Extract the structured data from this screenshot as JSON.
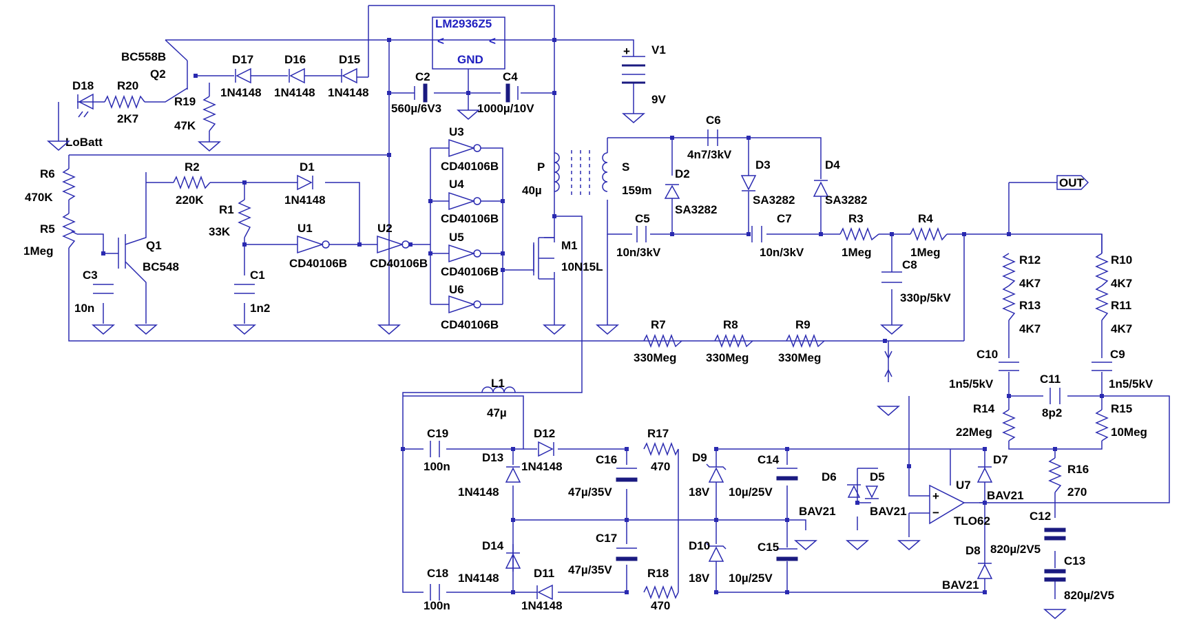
{
  "components": {
    "lm2936": {
      "name": "LM2936Z5",
      "pin_in": "<",
      "pin_out": "<",
      "gnd": "GND"
    },
    "v1": {
      "name": "V1",
      "value": "9V",
      "plus": "+"
    },
    "q2": {
      "model": "BC558B",
      "name": "Q2"
    },
    "d17": {
      "name": "D17",
      "value": "1N4148"
    },
    "d16": {
      "name": "D16",
      "value": "1N4148"
    },
    "d15": {
      "name": "D15",
      "value": "1N4148"
    },
    "d18": {
      "name": "D18",
      "net": "LoBatt"
    },
    "r20": {
      "name": "R20",
      "value": "2K7"
    },
    "r19": {
      "name": "R19",
      "value": "47K"
    },
    "c2": {
      "name": "C2",
      "value": "560µ/6V3"
    },
    "c4": {
      "name": "C4",
      "value": "1000µ/10V"
    },
    "u3": {
      "name": "U3",
      "value": "CD40106B"
    },
    "u4": {
      "name": "U4",
      "value": "CD40106B"
    },
    "u5": {
      "name": "U5",
      "value": "CD40106B"
    },
    "u6": {
      "name": "U6",
      "value": "CD40106B"
    },
    "u1": {
      "name": "U1",
      "value": "CD40106B"
    },
    "u2": {
      "name": "U2",
      "value": "CD40106B"
    },
    "r6": {
      "name": "R6",
      "value": "470K"
    },
    "r5": {
      "name": "R5",
      "value": "1Meg"
    },
    "r2": {
      "name": "R2",
      "value": "220K"
    },
    "d1": {
      "name": "D1",
      "value": "1N4148"
    },
    "r1": {
      "name": "R1",
      "value": "33K"
    },
    "c1": {
      "name": "C1",
      "value": "1n2"
    },
    "c3": {
      "name": "C3",
      "value": "10n"
    },
    "q1": {
      "name": "Q1",
      "value": "BC548"
    },
    "transformer": {
      "primary": "P",
      "primary_value": "40µ",
      "secondary": "S",
      "secondary_value": "159m"
    },
    "m1": {
      "name": "M1",
      "value": "10N15L"
    },
    "c6": {
      "name": "C6",
      "value": "4n7/3kV"
    },
    "d2": {
      "name": "D2",
      "value": "SA3282"
    },
    "d3": {
      "name": "D3",
      "value": "SA3282"
    },
    "d4": {
      "name": "D4",
      "value": "SA3282"
    },
    "c5": {
      "name": "C5",
      "value": "10n/3kV"
    },
    "c7": {
      "name": "C7",
      "value": "10n/3kV"
    },
    "r3": {
      "name": "R3",
      "value": "1Meg"
    },
    "r4": {
      "name": "R4",
      "value": "1Meg"
    },
    "c8": {
      "name": "C8",
      "value": "330p/5kV"
    },
    "out": {
      "label": "OUT"
    },
    "r7": {
      "name": "R7",
      "value": "330Meg"
    },
    "r8": {
      "name": "R8",
      "value": "330Meg"
    },
    "r9": {
      "name": "R9",
      "value": "330Meg"
    },
    "r12": {
      "name": "R12",
      "value": "4K7"
    },
    "r13": {
      "name": "R13",
      "value": "4K7"
    },
    "r10": {
      "name": "R10",
      "value": "4K7"
    },
    "r11": {
      "name": "R11",
      "value": "4K7"
    },
    "c10": {
      "name": "C10",
      "value": "1n5/5kV"
    },
    "c9": {
      "name": "C9",
      "value": "1n5/5kV"
    },
    "c11": {
      "name": "C11",
      "value": "8p2"
    },
    "r14": {
      "name": "R14",
      "value": "22Meg"
    },
    "r15": {
      "name": "R15",
      "value": "10Meg"
    },
    "l1": {
      "name": "L1",
      "value": "47µ"
    },
    "c19": {
      "name": "C19",
      "value": "100n"
    },
    "c18": {
      "name": "C18",
      "value": "100n"
    },
    "d12": {
      "name": "D12",
      "value": "1N4148"
    },
    "d13": {
      "name": "D13",
      "value": "1N4148"
    },
    "d14": {
      "name": "D14",
      "value": "1N4148"
    },
    "d11": {
      "name": "D11",
      "value": "1N4148"
    },
    "c16": {
      "name": "C16",
      "value": "47µ/35V"
    },
    "c17": {
      "name": "C17",
      "value": "47µ/35V"
    },
    "r17": {
      "name": "R17",
      "value": "470"
    },
    "r18": {
      "name": "R18",
      "value": "470"
    },
    "d9": {
      "name": "D9",
      "value": "18V"
    },
    "d10": {
      "name": "D10",
      "value": "18V"
    },
    "c14": {
      "name": "C14",
      "value": "10µ/25V"
    },
    "c15": {
      "name": "C15",
      "value": "10µ/25V"
    },
    "d6": {
      "name": "D6",
      "value": "BAV21"
    },
    "d5": {
      "name": "D5",
      "value": "BAV21"
    },
    "u7": {
      "name": "U7",
      "value": "TLO62",
      "plus": "+",
      "minus": "−"
    },
    "d7": {
      "name": "D7",
      "value": "BAV21"
    },
    "d8": {
      "name": "D8",
      "value": "BAV21"
    },
    "r16": {
      "name": "R16",
      "value": "270"
    },
    "c12": {
      "name": "C12",
      "value": "820µ/2V5"
    },
    "c13": {
      "name": "C13",
      "value": "820µ/2V5"
    }
  },
  "colors": {
    "wire": "#2a2ab0",
    "component": "#1a1a80",
    "ic_text": "#2020c0",
    "label": "#000000",
    "background": "#ffffff"
  }
}
